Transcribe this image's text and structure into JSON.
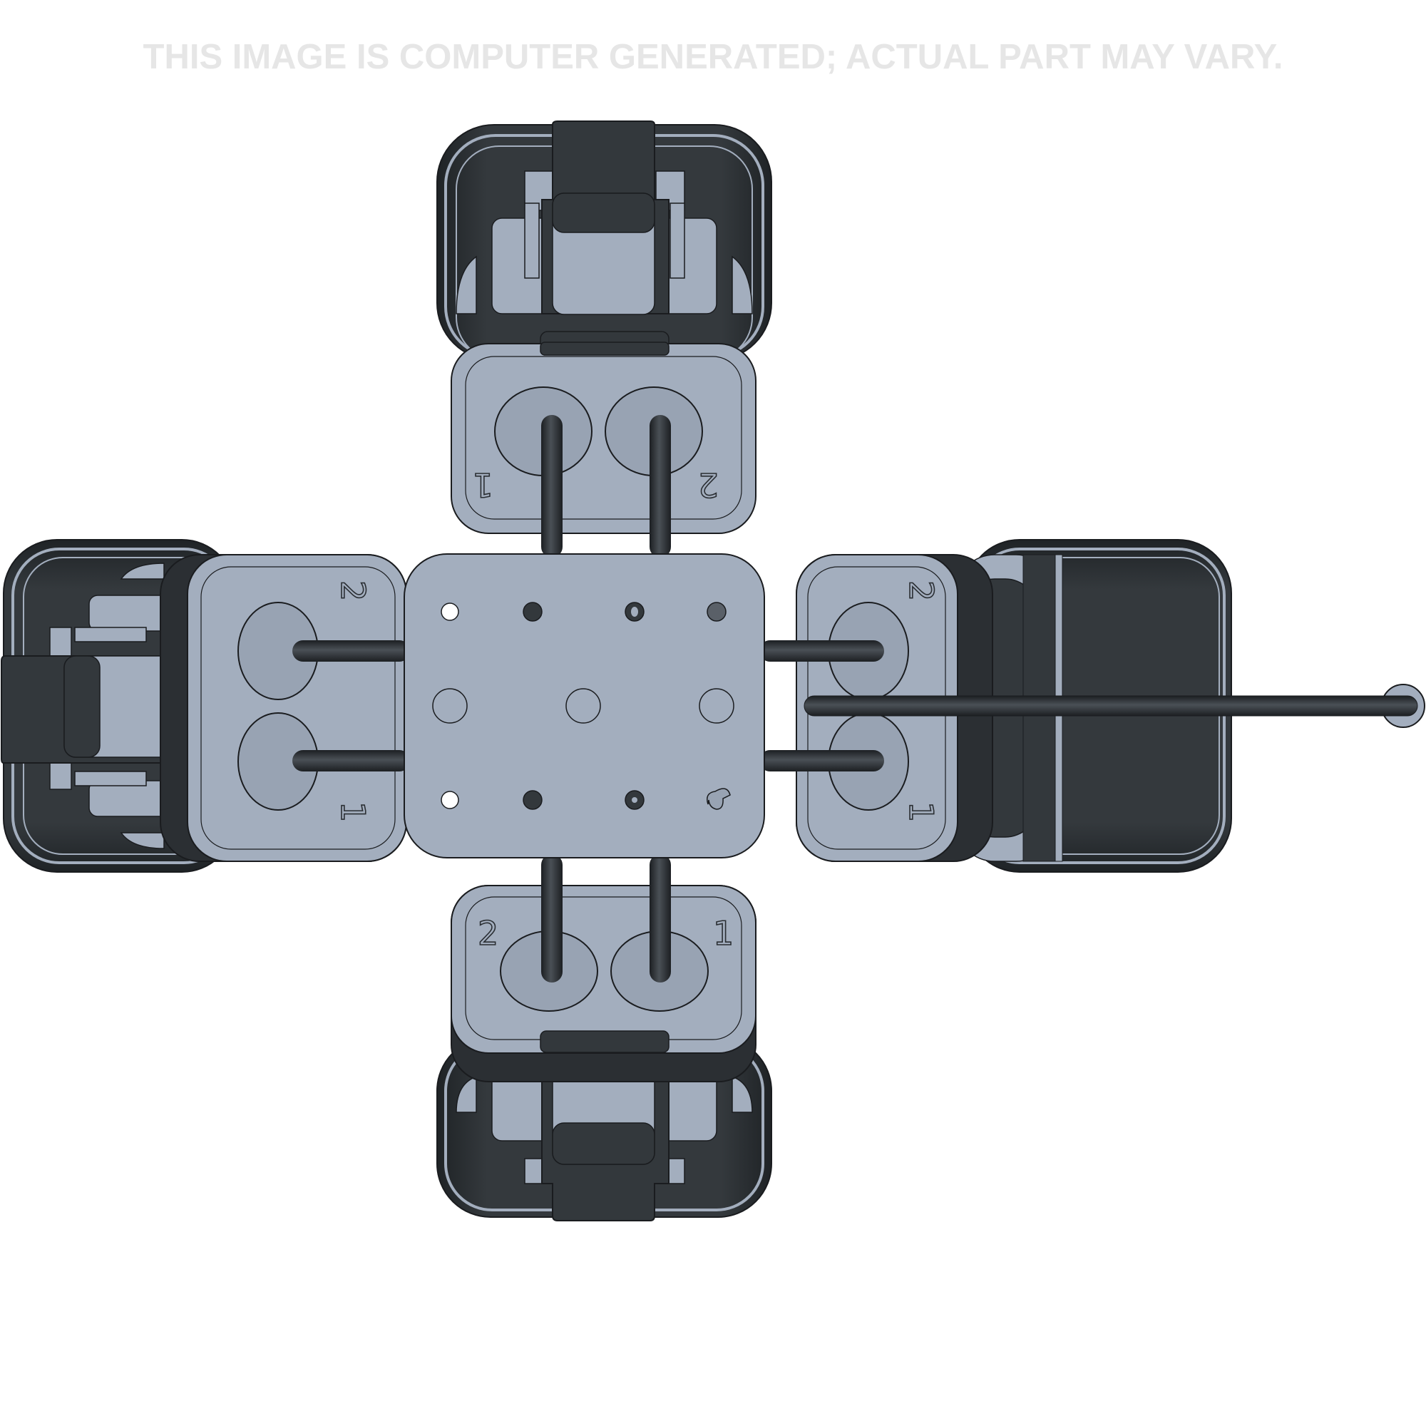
{
  "watermark": {
    "text": "THIS IMAGE IS COMPUTER GENERATED; ACTUAL PART MAY VARY."
  },
  "colors": {
    "body_light": "#a3aebe",
    "body_dark": "#33383c",
    "shell_dark": "#2b2f33",
    "outline": "#1a1c1f",
    "wire": "#2f3337",
    "watermark": "#e6e6e6"
  },
  "assembly": {
    "description": "4-way 2-pin connector splice assembly, top view",
    "center_plate": {
      "label": "center-splice-plate"
    },
    "connectors": {
      "top": {
        "cavity_labels": [
          "1",
          "2"
        ]
      },
      "left": {
        "cavity_labels": [
          "2",
          "1"
        ]
      },
      "right": {
        "cavity_labels": [
          "2",
          "1"
        ]
      },
      "bottom": {
        "cavity_labels": [
          "2",
          "1"
        ]
      }
    },
    "lead_wire": {
      "label": "pigtail-lead-wire"
    }
  }
}
